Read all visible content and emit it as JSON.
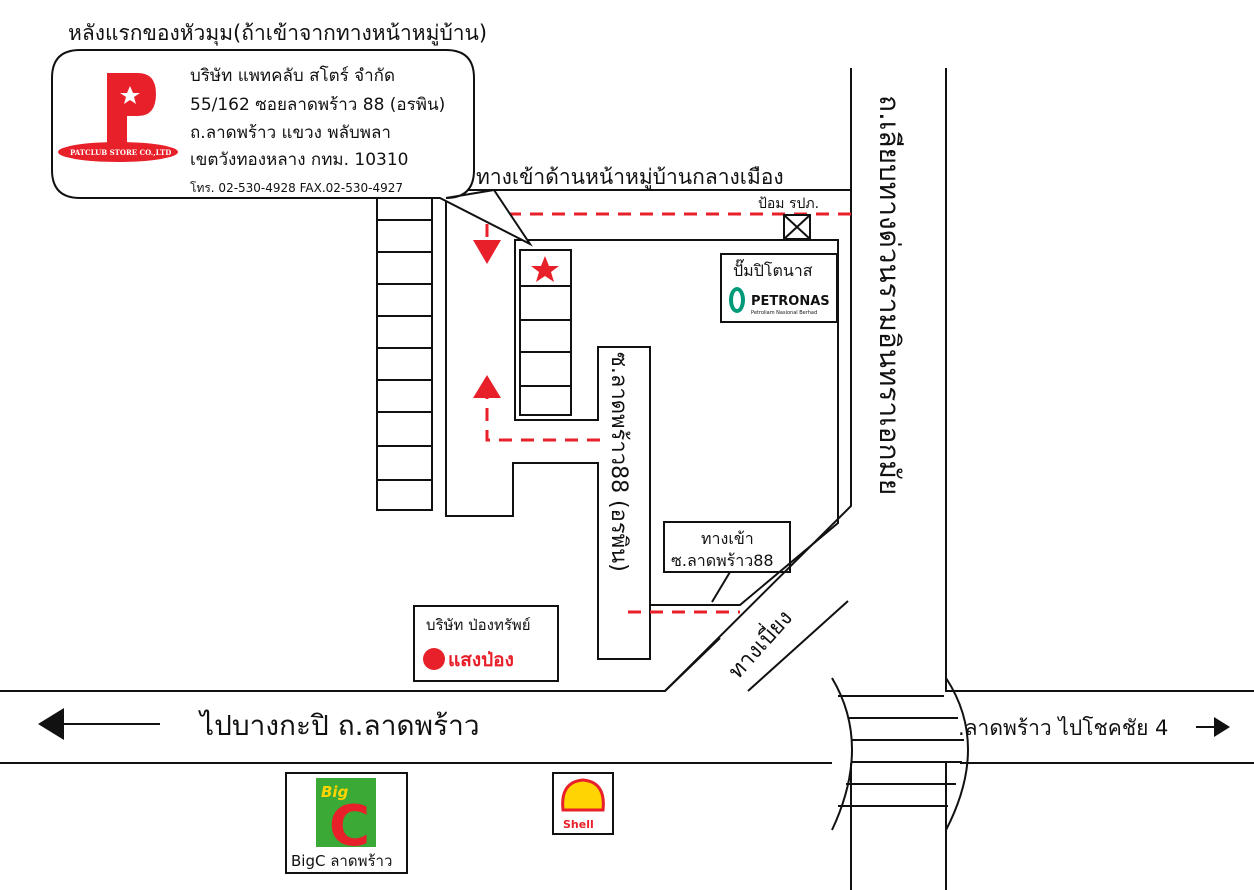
{
  "callout": {
    "heading": "หลังแรกของหัวมุม(ถ้าเข้าจากทางหน้าหมู่บ้าน)",
    "company": "บริษัท แพทคลับ สโตร์ จำกัด",
    "address_1": "55/162 ซอยลาดพร้าว 88 (อรพิน)",
    "address_2": "ถ.ลาดพร้าว แขวง พลับพลา",
    "address_3": "เขตวังทองหลาง กทม. 10310",
    "phone": "โทร. 02-530-4928 FAX.02-530-4927",
    "logo_letter": "P",
    "logo_banner": "PATCLUB STORE CO.,LTD"
  },
  "labels": {
    "village_entrance": "ทางเข้าด้านหน้าหมู่บ้านกลางเมือง",
    "police_box": "ป้อม รปภ.",
    "expressway_road": "ถ.เลียบทางด่วนรามอินทราเอกมัย",
    "soi_name": "ซ.ลาดพร้าว88 (อรพิน)",
    "entrance_box_1": "ทางเข้า",
    "entrance_box_2": "ซ.ลาดพร้าว88",
    "slip_road": "ทางเบี่ยง",
    "to_bangkapi": "ไปบางกะปิ ถ.ลาดพร้าว",
    "to_chokchai": ".ลาดพร้าว ไปโชคชัย 4"
  },
  "landmarks": {
    "petronas_caption": "ปั๊มปิโตนาส",
    "petronas_brand": "PETRONAS",
    "petronas_sub": "Petroliam Nasional Berhad",
    "pongsap_caption": "บริษัท ป่องทรัพย์",
    "pongsap_brand": "แสงป่อง",
    "bigc_caption": "BigC ลาดพร้าว",
    "bigc_big": "Big",
    "bigc_c": "C",
    "shell_brand": "Shell"
  },
  "colors": {
    "accent_red": "#e8202a",
    "bigc_green": "#3aa935",
    "bigc_yellow": "#ffd400",
    "petronas_green": "#009a7a"
  }
}
